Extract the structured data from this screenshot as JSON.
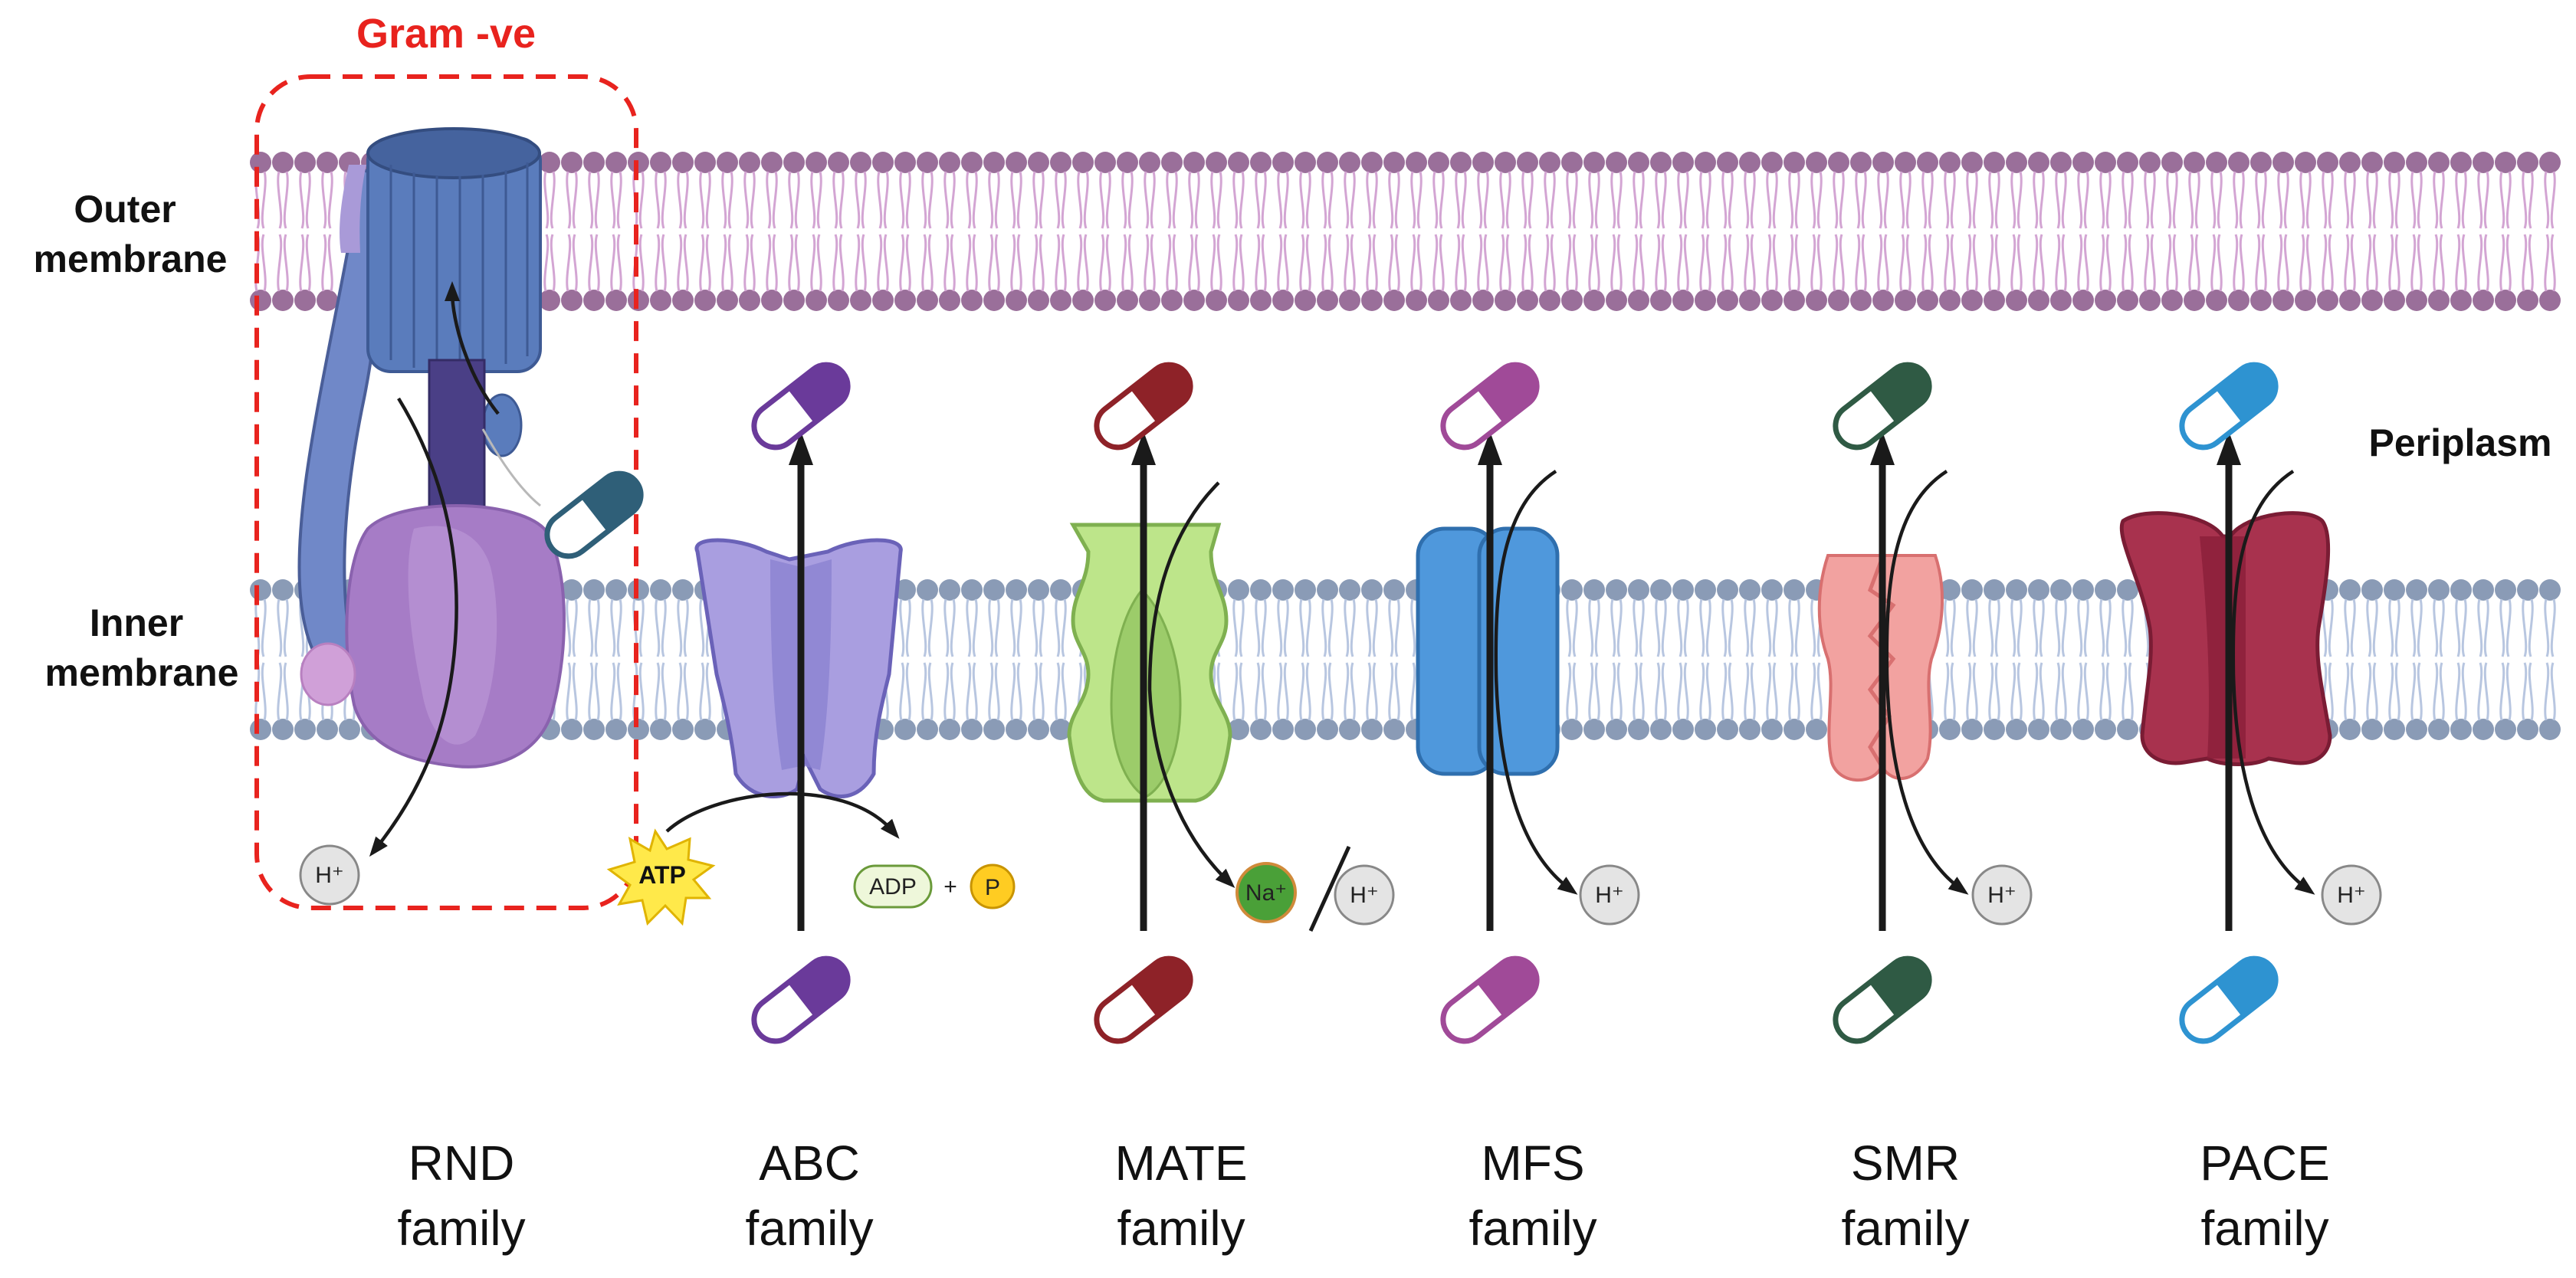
{
  "labels": {
    "gram_neg": "Gram -ve",
    "outer_membrane_line1": "Outer",
    "outer_membrane_line2": "membrane",
    "inner_membrane_line1": "Inner",
    "inner_membrane_line2": "membrane",
    "periplasm": "Periplasm"
  },
  "ions": {
    "h_plus": "H⁺",
    "na_plus": "Na⁺",
    "atp": "ATP",
    "adp": "ADP",
    "plus": "+",
    "phosphate": "P"
  },
  "families": [
    {
      "line1": "RND",
      "line2": "family",
      "color": "#2f5f78"
    },
    {
      "line1": "ABC",
      "line2": "family",
      "color": "#6a3a9a"
    },
    {
      "line1": "MATE",
      "line2": "family",
      "color": "#8e2228"
    },
    {
      "line1": "MFS",
      "line2": "family",
      "color": "#a04a98"
    },
    {
      "line1": "SMR",
      "line2": "family",
      "color": "#2f5a44"
    },
    {
      "line1": "PACE",
      "line2": "family",
      "color": "#2e93d1"
    }
  ],
  "colors": {
    "outer_membrane": "#9a6f9a",
    "inner_membrane": "#8a9bb6",
    "gram_box": "#e8231e",
    "rnd_channel": "#5878b8",
    "rnd_pump": "#a47cc4",
    "abc": "#a89ae0",
    "mate": "#a8d878",
    "mfs": "#4d97dc",
    "smr": "#f29a98",
    "pace": "#a8324e",
    "atp": "#ffe94a",
    "sodium": "#4aa038",
    "ion_bg": "#e4e4e4"
  }
}
